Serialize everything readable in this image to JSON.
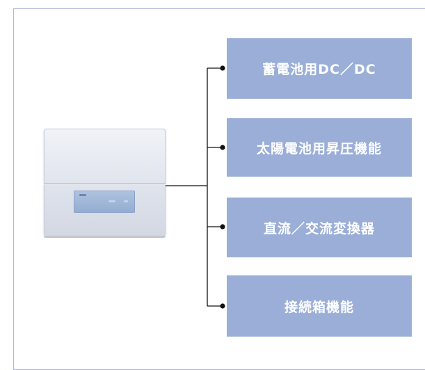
{
  "diagram": {
    "device": {
      "icon": "power-conditioner-unit"
    },
    "functions": [
      {
        "label": "蓄電池用DC／DC"
      },
      {
        "label": "太陽電池用昇圧機能"
      },
      {
        "label": "直流／交流変換器"
      },
      {
        "label": "接続箱機能"
      }
    ],
    "colors": {
      "box_fill": "#9aaed8",
      "box_text": "#ffffff",
      "frame_border": "#aeb9d6",
      "connector": "#111111"
    }
  }
}
